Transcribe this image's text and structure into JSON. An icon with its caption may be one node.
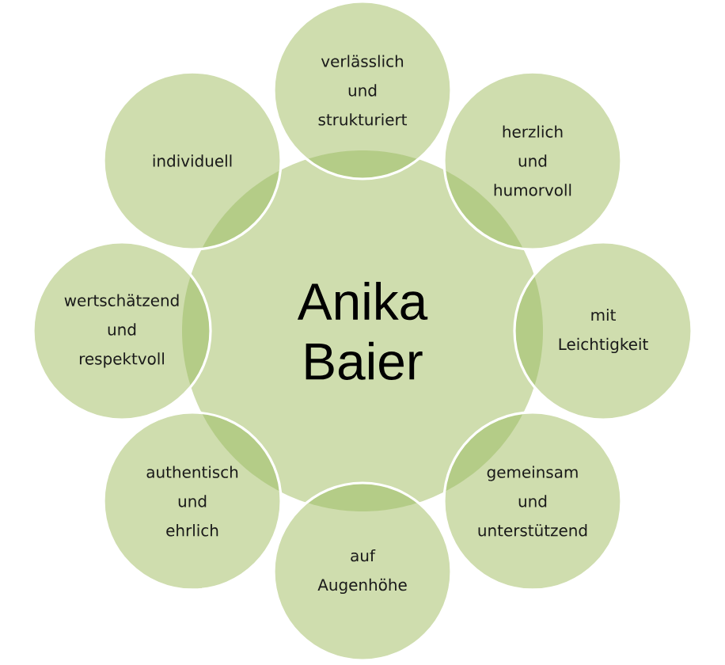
{
  "diagram": {
    "nodes": [
      {
        "text": [
          "Anika Baier"
        ]
      },
      {
        "text": [
          "verlässlich und strukturiert"
        ]
      },
      {
        "text": [
          "herzlich und humorvoll"
        ]
      },
      {
        "text": [
          "mit Leichtigkeit"
        ]
      },
      {
        "text": [
          "gemeinsam und unterstützend"
        ]
      },
      {
        "text": [
          "auf Augenhöhe"
        ]
      },
      {
        "text": [
          "authentisch und ehrlich"
        ]
      },
      {
        "text": [
          "wertschätzend und respektvoll"
        ]
      },
      {
        "text": [
          "individuell"
        ]
      }
    ]
  }
}
